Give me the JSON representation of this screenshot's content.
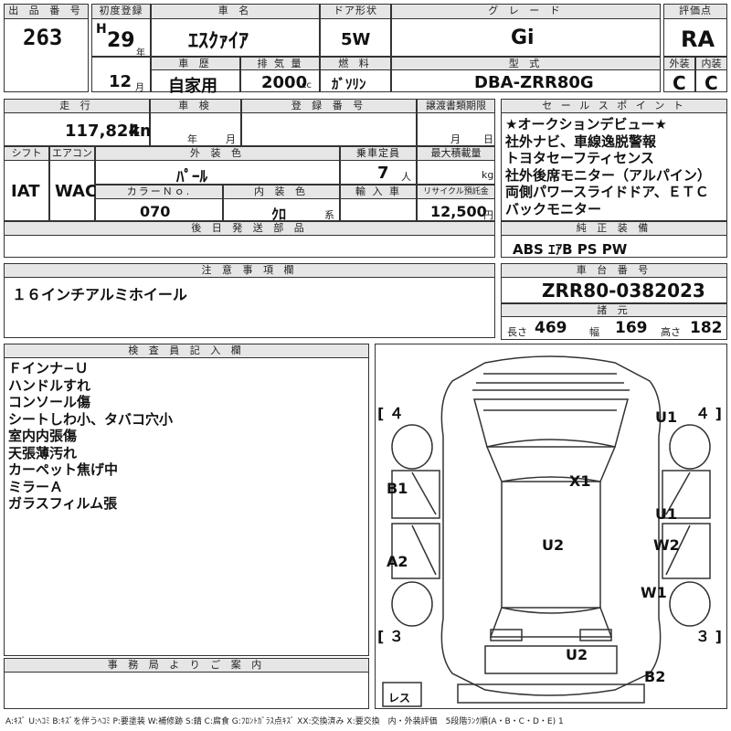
{
  "lot": {
    "label": "出 品 番 号",
    "value": "263"
  },
  "first_reg": {
    "label": "初度登録",
    "era": "H",
    "year": "29",
    "year_unit": "年",
    "month": "12",
    "month_unit": "月"
  },
  "car_name": {
    "label": "車 名",
    "value": "ｴｽｸｧｲｱ"
  },
  "door": {
    "label": "ドア形状",
    "value": "5W"
  },
  "grade": {
    "label": "グ レ ー ド",
    "value": "Gi"
  },
  "score": {
    "label": "評価点",
    "value": "RA"
  },
  "history": {
    "label": "車 歴",
    "value": "自家用"
  },
  "displacement": {
    "label": "排 気 量",
    "value": "2000",
    "unit": "cc"
  },
  "fuel": {
    "label": "燃 料",
    "value": "ｶﾞｿﾘﾝ"
  },
  "model_code": {
    "label": "型 式",
    "value": "DBA-ZRR80G"
  },
  "ext_int": {
    "ext_label": "外装",
    "int_label": "内装",
    "ext_value": "C",
    "int_value": "C"
  },
  "mileage": {
    "label": "走 行",
    "value": "117,824",
    "unit": "km"
  },
  "inspection": {
    "label": "車 検",
    "year_unit": "年",
    "month_unit": "月"
  },
  "registration": {
    "label": "登 録 番 号"
  },
  "transfer": {
    "label": "譲渡書類期限",
    "month_unit": "月",
    "day_unit": "日"
  },
  "shift": {
    "label": "シフト",
    "value": "IAT"
  },
  "aircon": {
    "label": "エアコン",
    "value": "WAC"
  },
  "exterior_color": {
    "label": "外 装 色",
    "value": "ﾊﾟｰﾙ"
  },
  "capacity": {
    "label": "乗車定員",
    "value": "7",
    "unit": "人"
  },
  "max_load": {
    "label": "最大積載量",
    "unit": "kg"
  },
  "color_no": {
    "label": "カラーＮｏ.",
    "value": "070"
  },
  "interior_color": {
    "label": "内 装 色",
    "value": "ｸﾛ",
    "unit": "系"
  },
  "import": {
    "label": "輸 入 車"
  },
  "recycle": {
    "label": "リサイクル預託金",
    "value": "12,500",
    "unit": "円"
  },
  "sales_points": {
    "label": "セ ー ル ス ポ イ ン ト",
    "items": [
      "★オークションデビュー★",
      "社外ナビ、車線逸脱警報",
      "トヨタセーフティセンス",
      "社外後席モニター（アルパイン）",
      "両側パワースライドドア、ＥＴＣ",
      "バックモニター"
    ]
  },
  "later_parts": {
    "label": "後 日 発 送 部 品"
  },
  "standard_equipment": {
    "label": "純 正 装 備",
    "value": "ABS ｴｱB PS PW"
  },
  "notes": {
    "label": "注 意 事 項 欄",
    "value": "１６インチアルミホイール"
  },
  "chassis": {
    "label": "車 台 番 号",
    "value": "ZRR80-0382023"
  },
  "specs": {
    "label": "諸 元",
    "length_label": "長さ",
    "length": "469",
    "width_label": "幅",
    "width": "169",
    "height_label": "高さ",
    "height": "182"
  },
  "inspector": {
    "label": "検 査 員 記 入 欄",
    "items": [
      "Ｆインナ−Ｕ",
      "ハンドルすれ",
      "コンソール傷",
      "シートしわ小、タバコ穴小",
      "室内内張傷",
      "天張薄汚れ",
      "カーペット焦げ中",
      "ミラーＡ",
      "ガラスフィルム張"
    ]
  },
  "office": {
    "label": "事 務 局 よ り ご 案 内"
  },
  "diagram": {
    "marks": {
      "a2": "A2",
      "b1": "B1",
      "b2": "B2",
      "u1_top": "U1",
      "u1_right": "U1",
      "u2_center": "U2",
      "u2_rear": "U2",
      "w1": "W1",
      "w2": "W2",
      "x1": "X1"
    },
    "tires": {
      "fl": "４",
      "fr": "４",
      "rl": "３",
      "rr": "３"
    },
    "spare": "レス"
  },
  "legend": "A:ｷｽﾞ U:ﾍｺﾐ B:ｷｽﾞを伴うﾍｺﾐ P:要塗装 W:補修跡 S:錆 C:腐食 G:ﾌﾛﾝﾄｶﾞﾗｽ点ｷｽﾞ XX:交換済み X:要交換　内・外装評価　5段階ﾗﾝｸ順(A・B・C・D・E) 1"
}
